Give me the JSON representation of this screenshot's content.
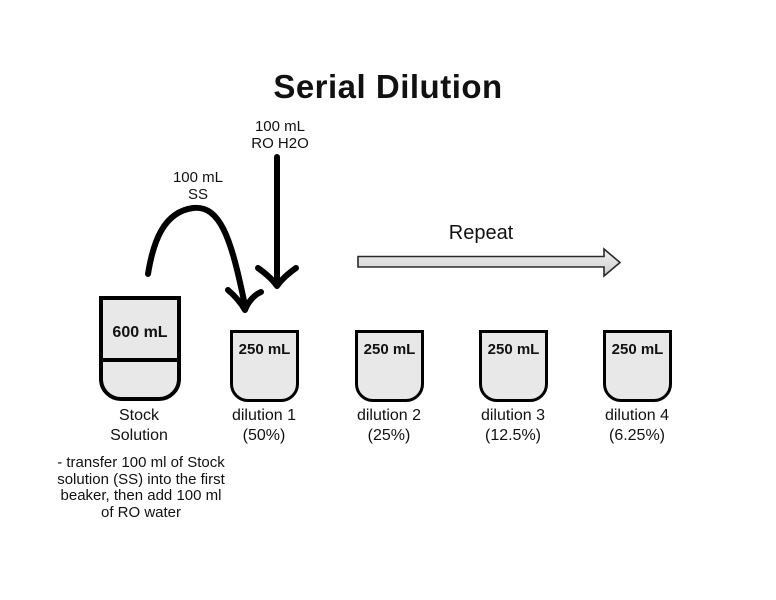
{
  "title": "Serial Dilution",
  "labels": {
    "ro_water": "100 mL\nRO H2O",
    "stock_transfer": "100 mL\nSS",
    "repeat": "Repeat",
    "note": "- transfer 100 ml of Stock\nsolution (SS) into the first\nbeaker, then add 100 ml\nof RO water"
  },
  "beakers": [
    {
      "volume": "600 mL",
      "caption": "Stock\nSolution"
    },
    {
      "volume": "250 mL",
      "caption": "dilution 1\n(50%)"
    },
    {
      "volume": "250 mL",
      "caption": "dilution 2\n(25%)"
    },
    {
      "volume": "250 mL",
      "caption": "dilution 3\n(12.5%)"
    },
    {
      "volume": "250 mL",
      "caption": "dilution 4\n(6.25%)"
    }
  ],
  "colors": {
    "outline": "#000000",
    "beaker_fill": "#e8e8e8",
    "repeat_arrow_fill_top": "#efefef",
    "repeat_arrow_fill_bottom": "#cfcfcf",
    "repeat_arrow_stroke": "#2a2a2a"
  }
}
